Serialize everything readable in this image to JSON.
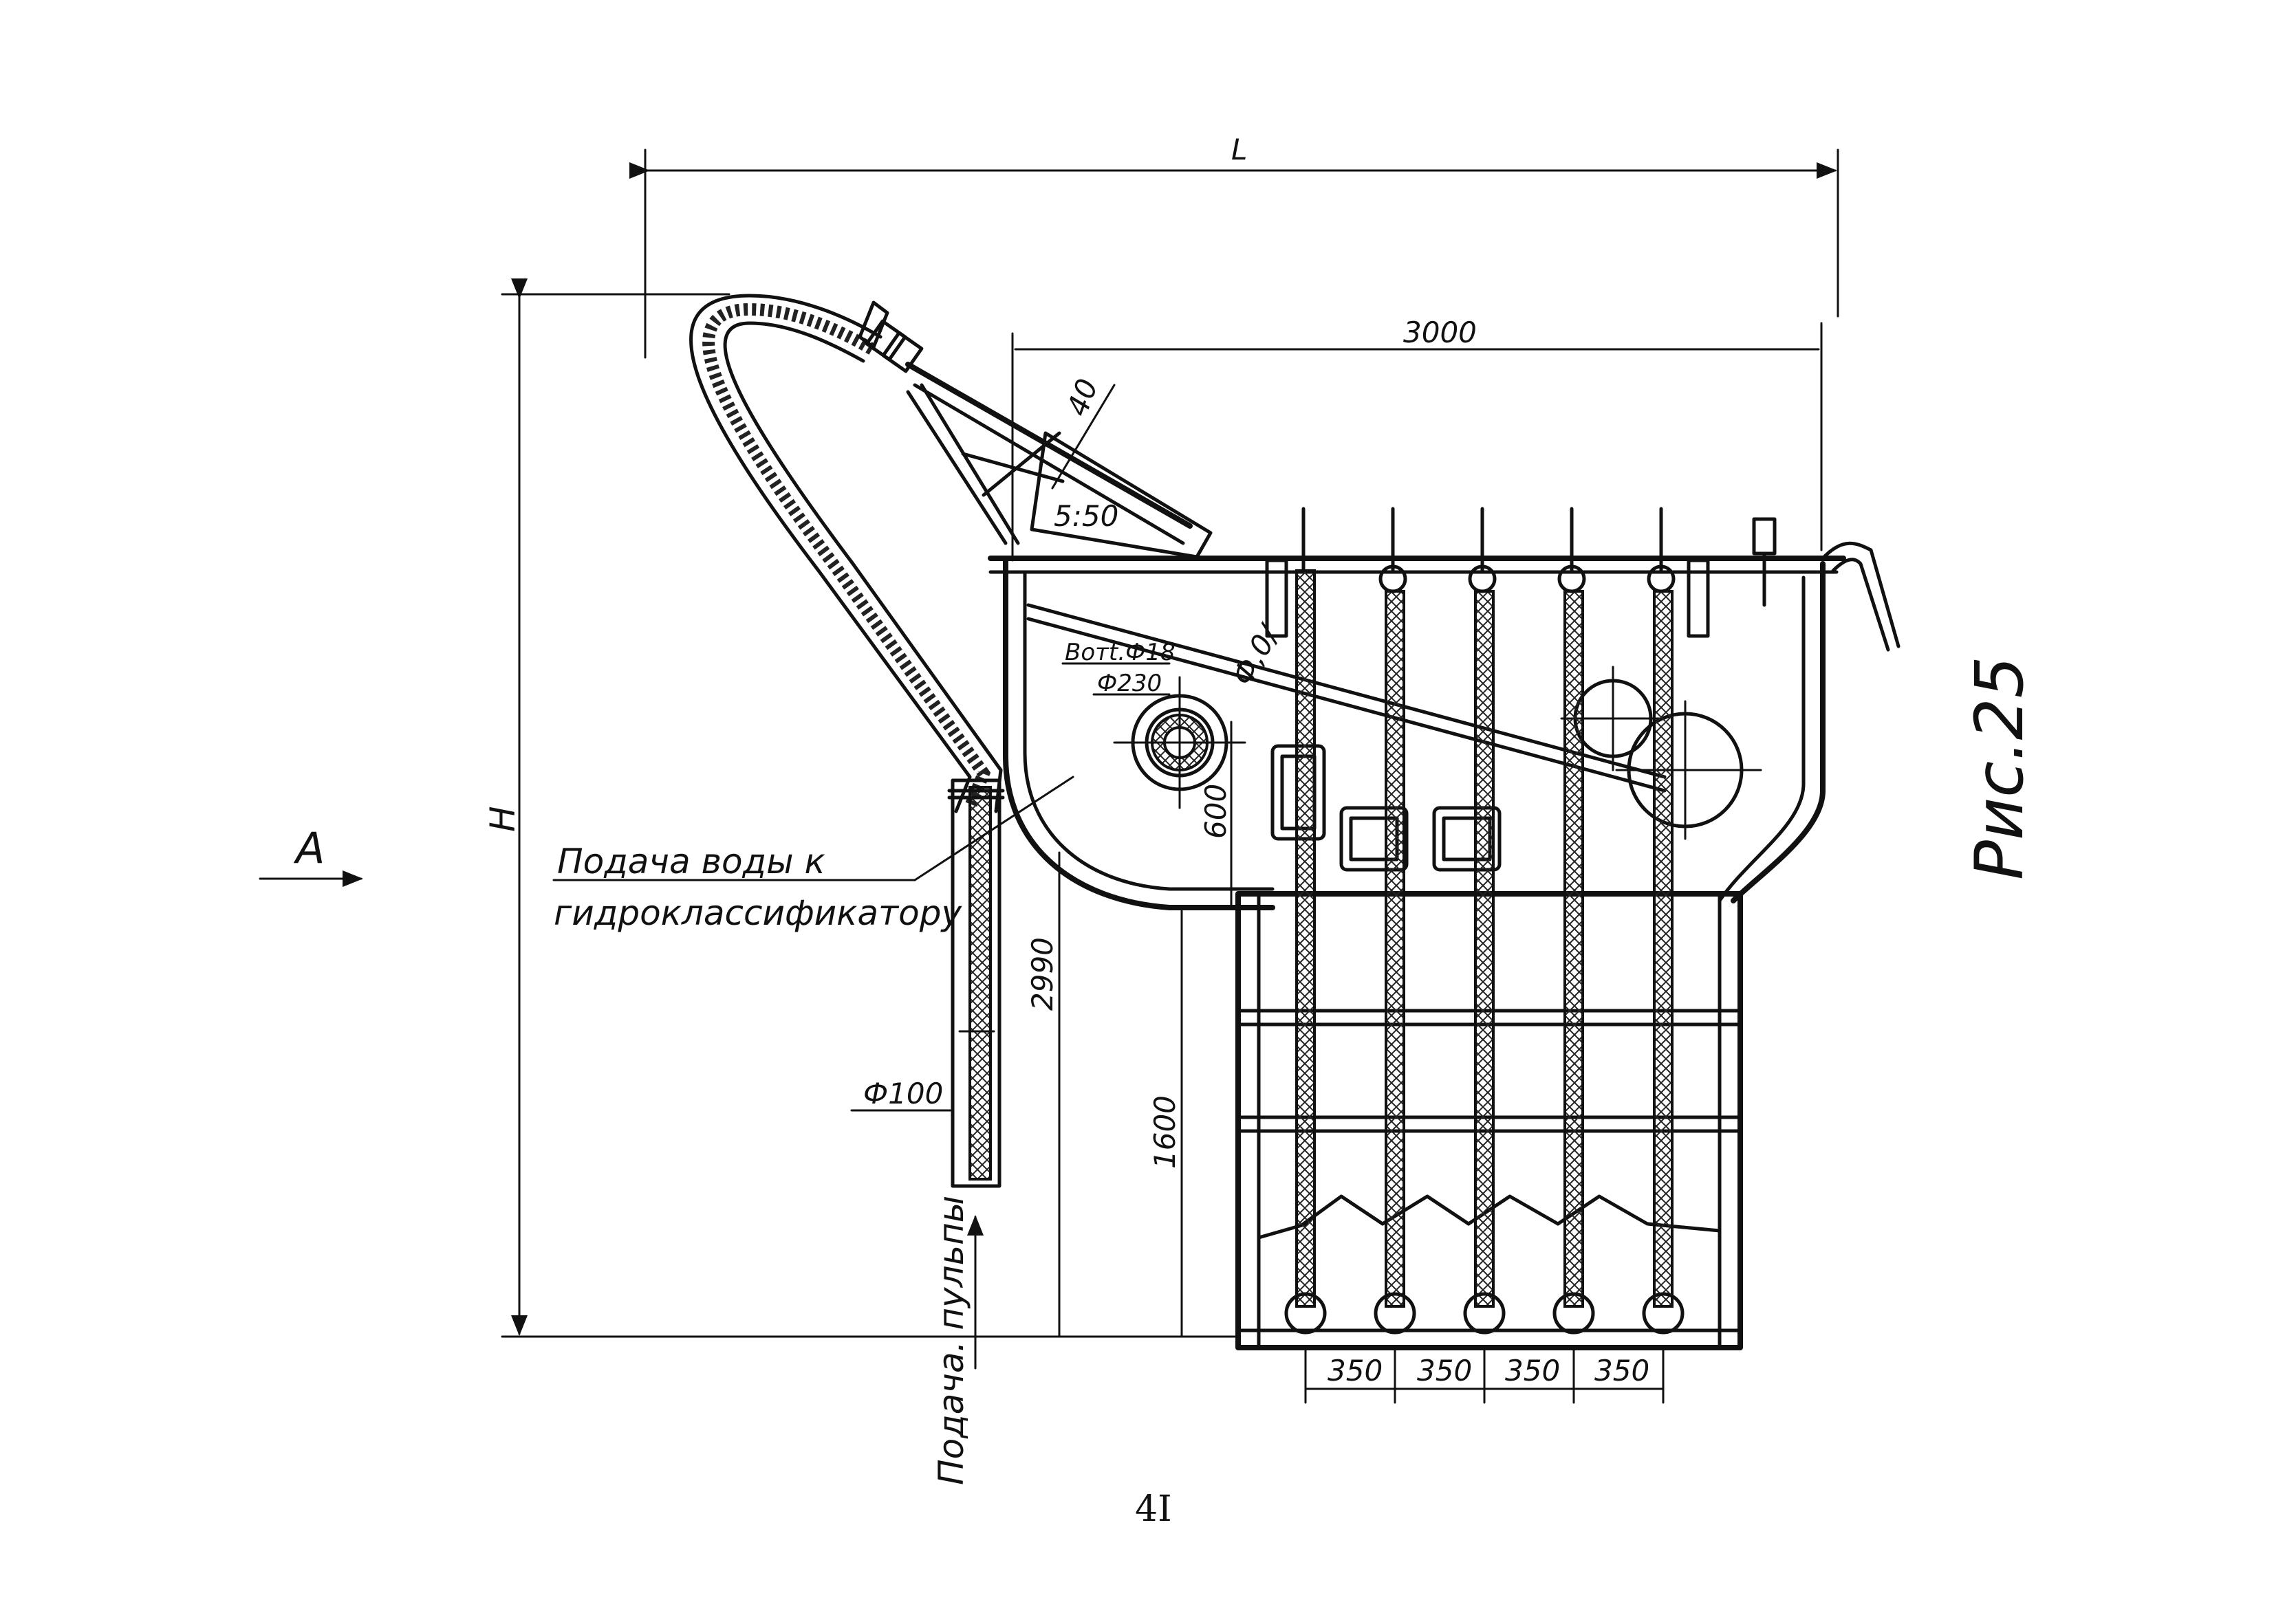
{
  "drawing": {
    "dimensions": {
      "overall_length": "L",
      "overall_height": "H",
      "tank_length": "3000",
      "inlet_height": "2990",
      "outlet_height": "1600",
      "nozzle_offset": "600",
      "pipe_diameter": "Ф100",
      "pitch": [
        "350",
        "350",
        "350",
        "350"
      ],
      "bracket": "5:50",
      "angle_a": "40",
      "inclination": "Ф,0/",
      "hole_label": "Boтt.Ф18",
      "flange_diameter": "Ф230"
    },
    "labels": {
      "view_marker": "A",
      "water_supply_line1": "Подача воды к",
      "water_supply_line2": "гидроклассификатору",
      "pulp_supply": "Подача. пульпы"
    },
    "figure_caption": "Рис.25",
    "page_number": "4I"
  }
}
